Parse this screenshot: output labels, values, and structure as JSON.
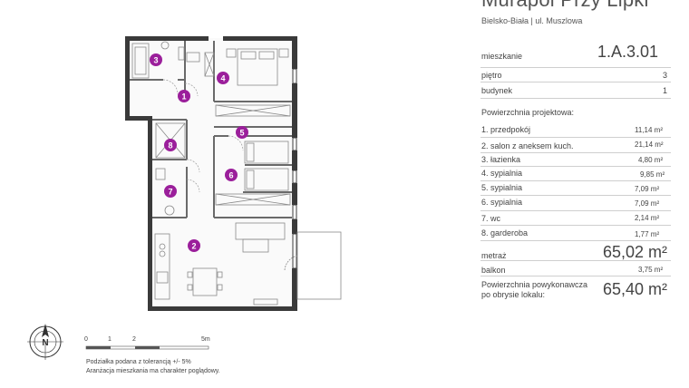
{
  "header": {
    "title": "Murapol Przy Lipki",
    "address": "Bielsko-Biała | ul. Muszlowa"
  },
  "info": {
    "apartment_label": "mieszkanie",
    "apartment_value": "1.A.3.01",
    "floor_label": "piętro",
    "floor_value": "3",
    "building_label": "budynek",
    "building_value": "1",
    "design_area_label": "Powierzchnia projektowa:",
    "rooms": [
      {
        "label": "1. przedpokój",
        "area": "11,14 m²"
      },
      {
        "label": "2. salon z aneksem kuch.",
        "area": "21,14 m²"
      },
      {
        "label": "3. łazienka",
        "area": "4,80 m²"
      },
      {
        "label": "4. sypialnia",
        "area": "9,85 m²"
      },
      {
        "label": "5. sypialnia",
        "area": "7,09 m²"
      },
      {
        "label": "6. sypialnia",
        "area": "7,09 m²"
      },
      {
        "label": "7. wc",
        "area": "2,14 m²"
      },
      {
        "label": "8. garderoba",
        "area": "1,77 m²"
      }
    ],
    "metraz_label": "metraż",
    "metraz_value": "65,02 m²",
    "balcony_label": "balkon",
    "balcony_value": "3,75 m²",
    "usable_label_1": "Powierzchnia powykonawcza",
    "usable_label_2": "po obrysie lokalu:",
    "usable_value": "65,40 m²"
  },
  "plan": {
    "room_numbers": [
      "1",
      "2",
      "3",
      "4",
      "5",
      "6",
      "7",
      "8"
    ],
    "accent_color": "#9b1f9b",
    "wall_color": "#3a3a3a"
  },
  "legend": {
    "compass_letter": "N",
    "scale_labels": [
      "0",
      "1",
      "2",
      "5m"
    ],
    "note_1": "Podziałka podana z tolerancją +/- 5%",
    "note_2": "Aranżacja mieszkania ma charakter poglądowy."
  }
}
